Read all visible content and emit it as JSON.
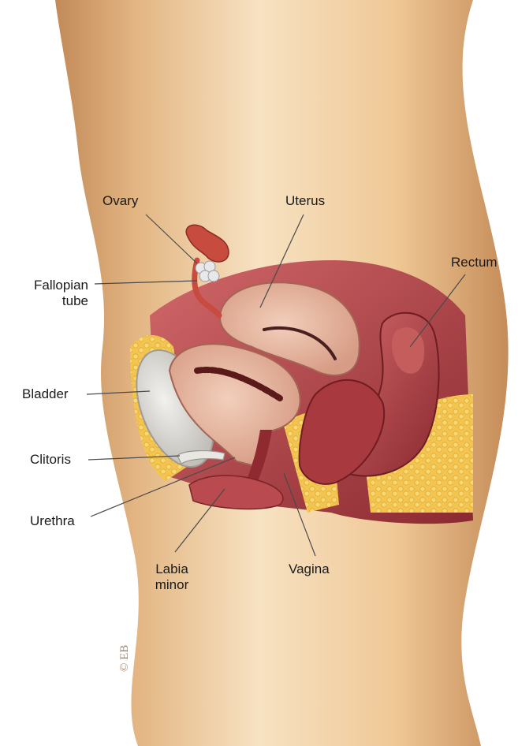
{
  "labels": {
    "ovary": "Ovary",
    "uterus": "Uterus",
    "rectum": "Rectum",
    "fallopian_tube_line1": "Fallopian",
    "fallopian_tube_line2": "tube",
    "bladder": "Bladder",
    "clitoris": "Clitoris",
    "urethra": "Urethra",
    "labia_minor_line1": "Labia",
    "labia_minor_line2": "minor",
    "vagina": "Vagina"
  },
  "watermark": "© EB",
  "colors": {
    "skin_light": "#f6dfbf",
    "skin_mid": "#e9bf8c",
    "skin_dark": "#c98e5c",
    "muscle_red": "#b5484c",
    "deep_red": "#8e2a30",
    "uterus_tissue": "#e8b9a2",
    "fat_yellow": "#f2c64b",
    "bladder_grey": "#d9d7d2",
    "leader_line": "#4a4a4a"
  },
  "icons": {
    "ovary": "ovary-icon",
    "uterus": "uterus-icon",
    "bladder": "bladder-icon",
    "rectum": "rectum-icon"
  }
}
